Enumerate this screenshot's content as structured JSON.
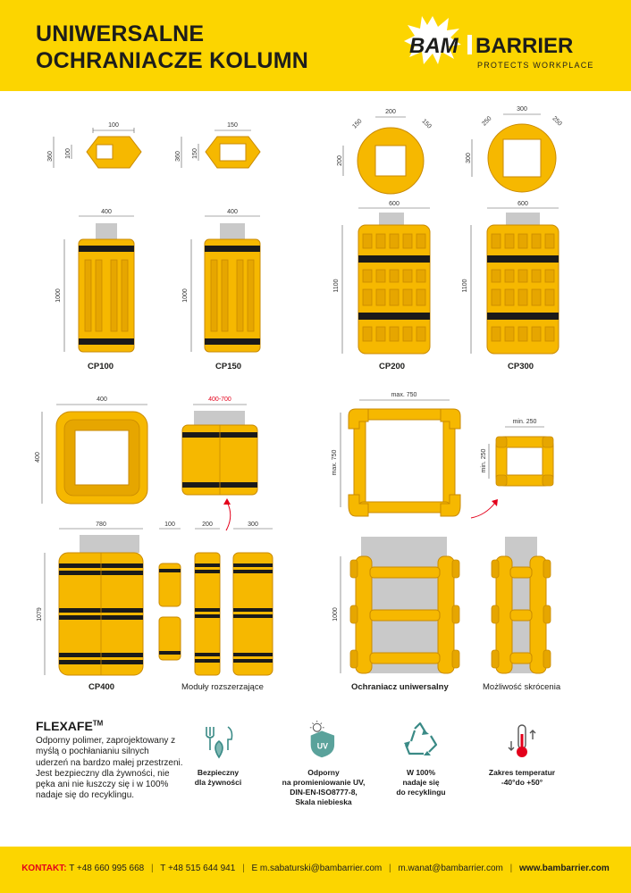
{
  "header": {
    "title_line1": "UNIWERSALNE",
    "title_line2": "OCHRANIACZE KOLUMN",
    "logo_left": "BAM",
    "logo_right": "BARRIER",
    "logo_tagline": "PROTECTS WORKPLACE"
  },
  "dimensions": {
    "cp100_top_w": "100",
    "cp100_top_h": "360",
    "cp100_top_inner": "100",
    "cp150_top_w": "150",
    "cp150_top_h": "360",
    "cp150_top_inner": "150",
    "cp200_top_w": "200",
    "cp200_top_d1": "150",
    "cp200_top_d2": "150",
    "cp200_top_h": "200",
    "cp300_top_w": "300",
    "cp300_top_d1": "250",
    "cp300_top_d2": "250",
    "cp300_top_h": "300",
    "cp100_w": "400",
    "cp100_h": "1000",
    "cp150_w": "400",
    "cp150_h": "1000",
    "cp200_w": "600",
    "cp200_h": "1100",
    "cp300_w": "600",
    "cp300_h": "1100",
    "cp400_top_w": "400",
    "cp400_top_h": "400",
    "cp400_ext_w": "400-700",
    "univ_max_w": "max. 750",
    "univ_max_h": "max. 750",
    "univ_min_w": "min. 250",
    "univ_min_h": "min. 250",
    "cp400_w": "780",
    "cp400_h": "1079",
    "mod_100": "100",
    "mod_200": "200",
    "mod_300": "300",
    "univ_front_h": "1000"
  },
  "captions": {
    "cp100": "CP100",
    "cp150": "CP150",
    "cp200": "CP200",
    "cp300": "CP300",
    "cp400": "CP400",
    "modules": "Moduły rozszerzające",
    "universal": "Ochraniacz uniwersalny",
    "shortening": "Możliwość skrócenia"
  },
  "flexafe": {
    "title": "FLEXAFE",
    "tm": "TM",
    "description": "Odporny polimer, zaprojektowany z myślą o pochłanianiu silnych uderzeń na bardzo małej przestrzeni. Jest bezpieczny dla żywności, nie pęka ani nie łuszczy się i w 100% nadaje się do recyklingu."
  },
  "features": [
    {
      "icon": "food-safe-icon",
      "line1": "Bezpieczny",
      "line2": "dla żywności",
      "line3": "",
      "line4": ""
    },
    {
      "icon": "uv-shield-icon",
      "line1": "Odporny",
      "line2": "na promieniowanie UV,",
      "line3": "DIN-EN-ISO8777-8,",
      "line4": "Skala niebieska"
    },
    {
      "icon": "recycle-icon",
      "line1": "W 100%",
      "line2": "nadaje się",
      "line3": "do recyklingu",
      "line4": ""
    },
    {
      "icon": "thermometer-icon",
      "line1": "Zakres temperatur",
      "line2": "-40°do +50°",
      "line3": "",
      "line4": ""
    }
  ],
  "footer": {
    "contact_label": "KONTAKT:",
    "phone1": "T +48 660 995 668",
    "phone2": "T +48 515 644 941",
    "email1": "E m.sabaturski@bambarrier.com",
    "email2": "m.wanat@bambarrier.com",
    "website": "www.bambarrier.com"
  },
  "colors": {
    "brand_yellow": "#fcd500",
    "product_yellow": "#f6b800",
    "product_stroke": "#c98a00",
    "stripe_black": "#1a1a1a",
    "column_gray": "#c9c9c9",
    "accent_red": "#e3001b",
    "icon_teal": "#3a8a86"
  }
}
